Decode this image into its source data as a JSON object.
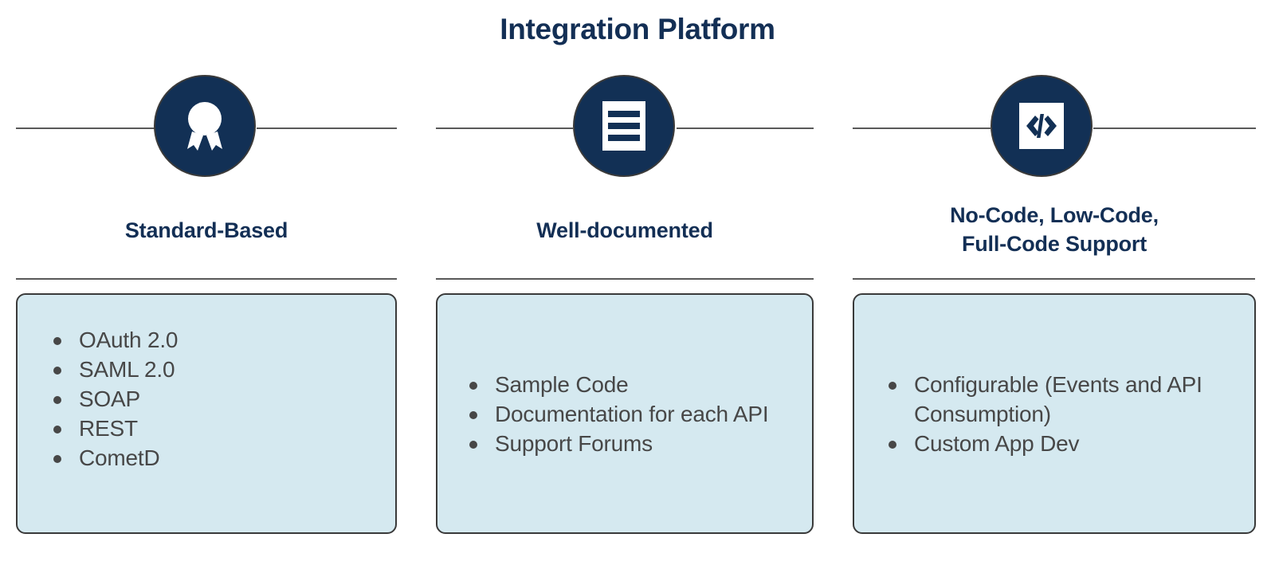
{
  "page": {
    "title": "Integration Platform",
    "background": "#ffffff",
    "navy": "#123055",
    "card_fill": "#d5e9f0",
    "card_border": "#3a3a3a",
    "text_color": "#474747",
    "line_color": "#595959"
  },
  "columns": [
    {
      "icon": "award-ribbon-icon",
      "heading": "Standard-Based",
      "heading_lines": [
        "Standard-Based"
      ],
      "items": [
        "OAuth 2.0",
        "SAML 2.0",
        "SOAP",
        "REST",
        "CometD"
      ]
    },
    {
      "icon": "document-lines-icon",
      "heading": "Well-documented",
      "heading_lines": [
        "Well-documented"
      ],
      "items": [
        "Sample Code",
        "Documentation for each API",
        "Support Forums"
      ]
    },
    {
      "icon": "code-brackets-icon",
      "heading": "No-Code, Low-Code, Full-Code Support",
      "heading_lines": [
        "No-Code, Low-Code,",
        "Full-Code Support"
      ],
      "items": [
        "Configurable (Events and API Consumption)",
        "Custom App Dev"
      ]
    }
  ]
}
